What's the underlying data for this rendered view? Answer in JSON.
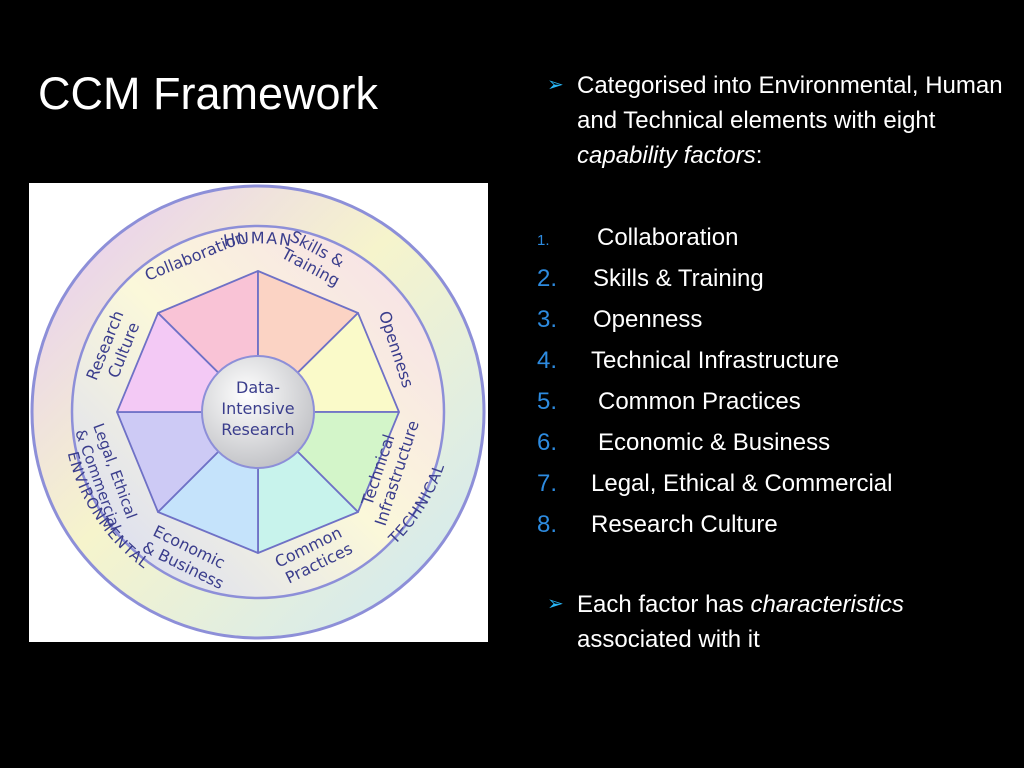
{
  "slide": {
    "title": "CCM Framework",
    "bullets": [
      {
        "pre": "Categorised into Environmental, Human and Technical elements with eight ",
        "em": "capability factors",
        "post": ":"
      },
      {
        "pre": "Each factor has ",
        "em": "characteristics",
        "post": " associated with it"
      }
    ],
    "factors": [
      {
        "num": "1.",
        "label": "Collaboration"
      },
      {
        "num": "2.",
        "label": "Skills & Training"
      },
      {
        "num": "3.",
        "label": "Openness"
      },
      {
        "num": "4.",
        "label": "Technical Infrastructure"
      },
      {
        "num": "5.",
        "label": "Common Practices"
      },
      {
        "num": "6.",
        "label": "Economic & Business"
      },
      {
        "num": "7.",
        "label": "Legal, Ethical & Commercial"
      },
      {
        "num": "8.",
        "label": "Research Culture"
      }
    ]
  },
  "diagram": {
    "outer_labels": {
      "human": "HUMAN",
      "technical": "TECHNICAL",
      "environmental": "ENVIRONMENTAL"
    },
    "center_lines": [
      "Data-",
      "Intensive",
      "Research"
    ],
    "ring_labels": {
      "collaboration": "Collaboration",
      "skills": [
        "Skills &",
        "Training"
      ],
      "openness": "Openness",
      "technical": [
        "Technical",
        "Infrastructure"
      ],
      "common": [
        "Common",
        "Practices"
      ],
      "economic": [
        "Economic",
        "& Business"
      ],
      "legal": [
        "Legal, Ethical",
        "& Commercial"
      ],
      "research": [
        "Research",
        "Culture"
      ]
    },
    "colors": {
      "collaboration": "#f9c3d6",
      "skills": "#fbd3c4",
      "openness": "#fafac9",
      "technical": "#d3f5c9",
      "common": "#c8f3ec",
      "economic": "#c5e3fb",
      "legal": "#cdcaf5",
      "research": "#f3c9f5"
    }
  }
}
